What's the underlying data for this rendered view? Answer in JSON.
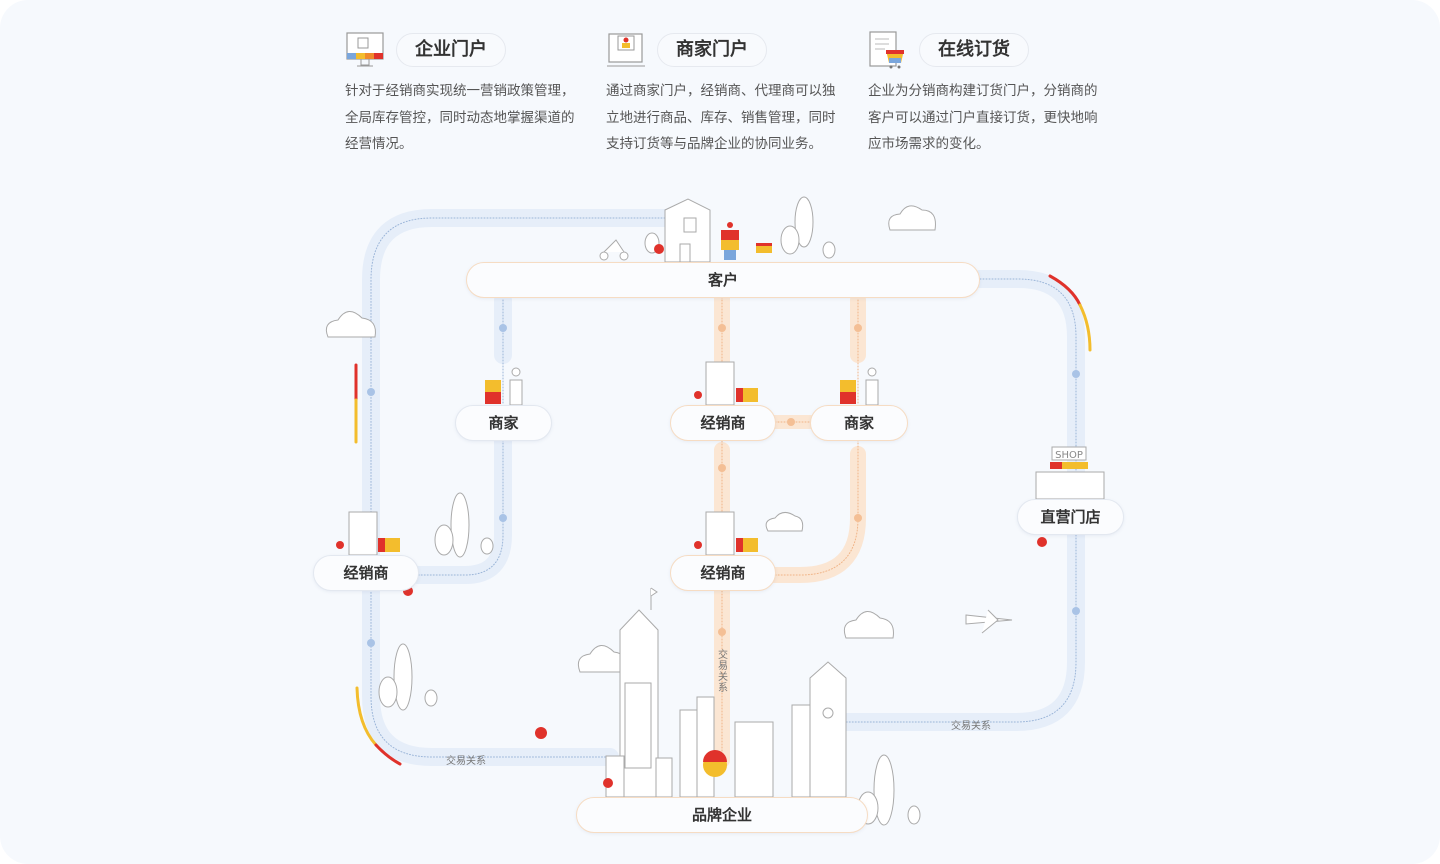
{
  "features": [
    {
      "title": "企业门户",
      "icon": "monitor-icon",
      "description": "针对于经销商实现统一营销政策管理，全局库存管控，同时动态地掌握渠道的经营情况。"
    },
    {
      "title": "商家门户",
      "icon": "merchant-screen-icon",
      "description": "通过商家门户，经销商、代理商可以独立地进行商品、库存、销售管理，同时支持订货等与品牌企业的协同业务。"
    },
    {
      "title": "在线订货",
      "icon": "order-cart-icon",
      "description": "企业为分销商构建订货门户，分销商的客户可以通过门户直接订货，更快地响应市场需求的变化。"
    }
  ],
  "diagram": {
    "nodes": {
      "customer": "客户",
      "merchant_left": "商家",
      "dealer_mid_top": "经销商",
      "merchant_right": "商家",
      "dealer_left": "经销商",
      "dealer_mid_bottom": "经销商",
      "direct_store": "直营门店",
      "brand": "品牌企业"
    },
    "shop_sign": "SHOP",
    "edge_labels": {
      "left_bottom": "交易关系",
      "right_bottom": "交易关系",
      "center_vertical": "交易关系"
    },
    "colors": {
      "blue_path": "#e6eef9",
      "orange_path": "#fbe6d3",
      "accent_red": "#e0322b",
      "accent_yellow": "#f3bd2d",
      "accent_blue": "#7aa6dc"
    }
  }
}
